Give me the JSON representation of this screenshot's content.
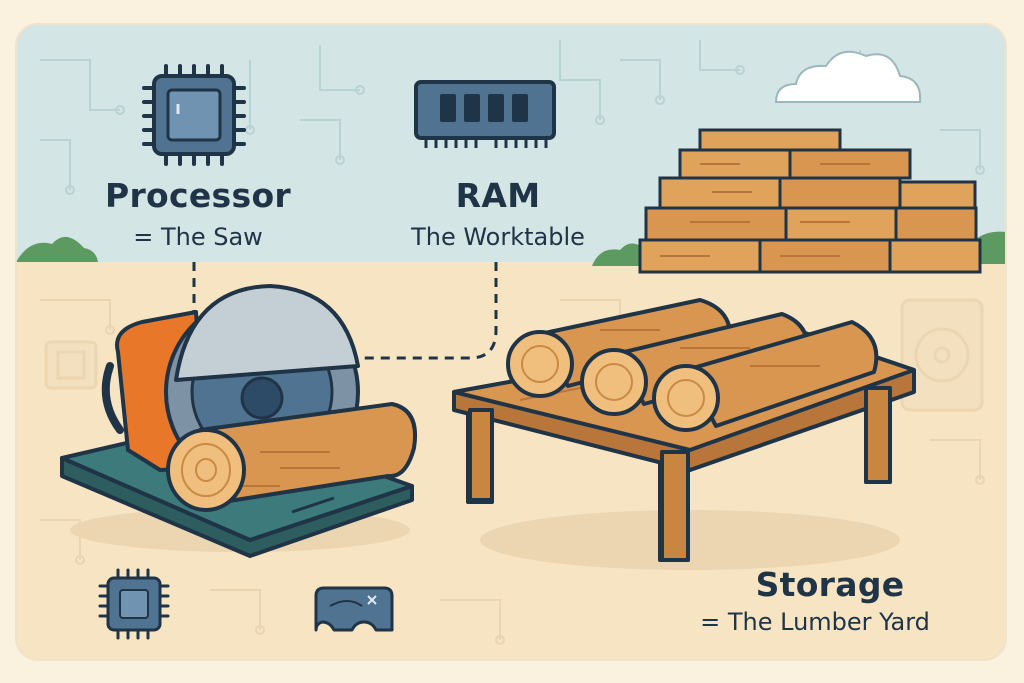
{
  "labels": {
    "processor": {
      "title": "Processor",
      "subtitle": "= The Saw"
    },
    "ram": {
      "title": "RAM",
      "subtitle": "The Worktable"
    },
    "storage": {
      "title": "Storage",
      "subtitle": "= The Lumber Yard"
    }
  },
  "icons": {
    "processor": "cpu-chip-icon",
    "ram": "ram-module-icon",
    "saw": "circular-saw",
    "worktable": "wooden-worktable",
    "lumber_yard": "lumber-stack",
    "bg_cpu": "small-cpu-icon",
    "bg_ram": "small-ram-icon",
    "bg_disk": "hard-drive-icon"
  },
  "colors": {
    "sky": "#d3e5e4",
    "ground": "#f6e4c3",
    "outline": "#1f3447",
    "wood": "#d99650",
    "wood_light": "#f0bf7d",
    "chip_blue": "#4f7391",
    "saw_orange": "#e8772a",
    "saw_base": "#2d5d5e",
    "grass": "#5c9a62"
  }
}
